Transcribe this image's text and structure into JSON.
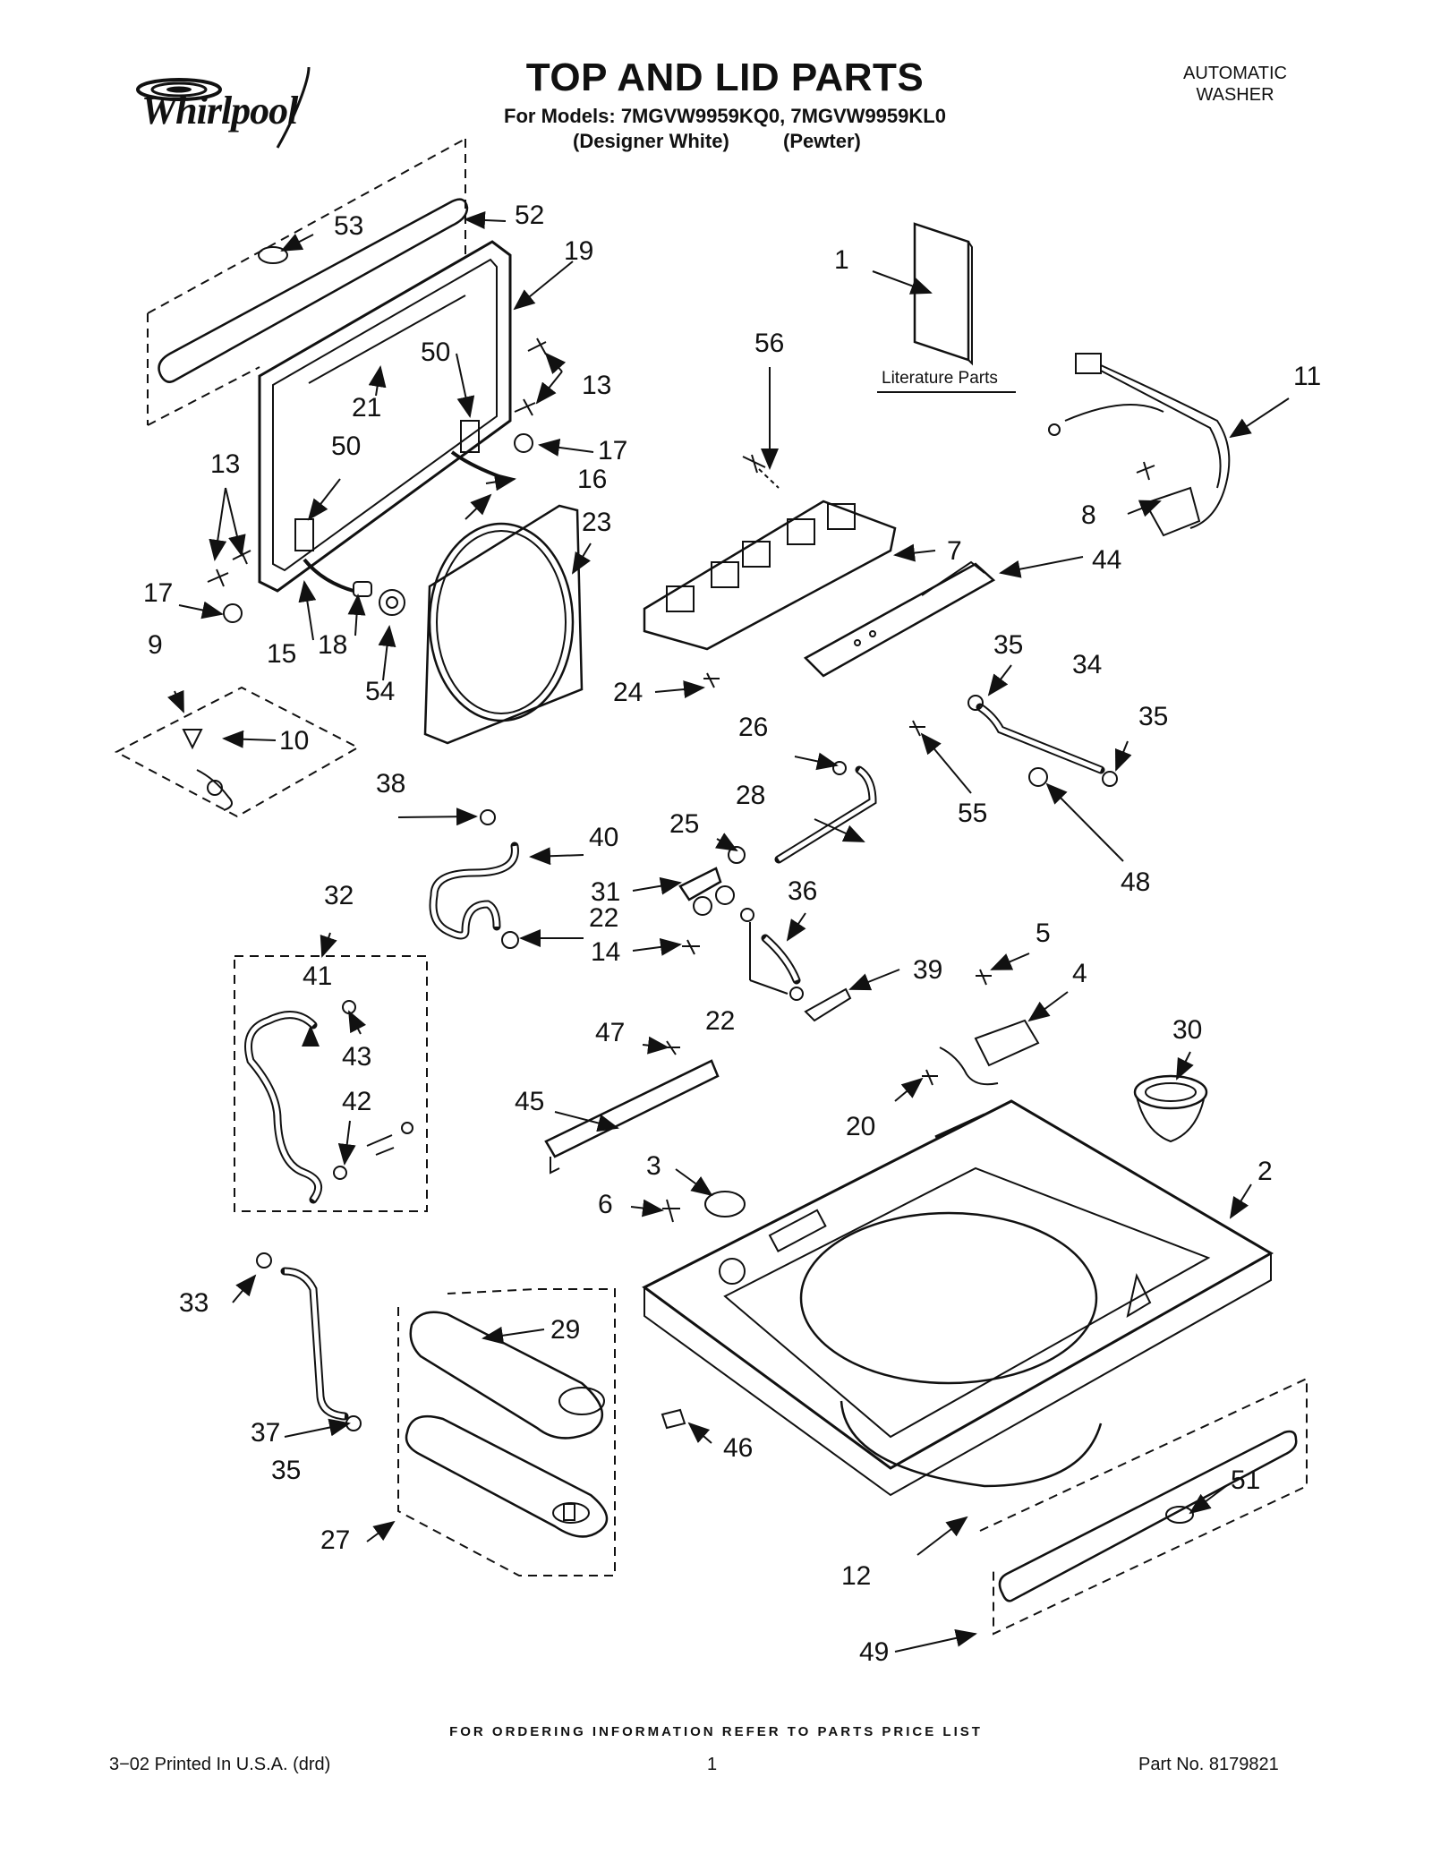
{
  "header": {
    "brand": "Whirlpool",
    "title": "TOP AND LID PARTS",
    "models_line": "For Models: 7MGVW9959KQ0, 7MGVW9959KL0",
    "model_color_1": "(Designer White)",
    "model_color_2": "(Pewter)",
    "product_line1": "AUTOMATIC",
    "product_line2": "WASHER"
  },
  "diagram": {
    "literature_label": "Literature Parts",
    "callouts": {
      "c1": "1",
      "c2": "2",
      "c3": "3",
      "c4": "4",
      "c5": "5",
      "c6": "6",
      "c7": "7",
      "c8": "8",
      "c9": "9",
      "c10": "10",
      "c11": "11",
      "c12": "12",
      "c13a": "13",
      "c13b": "13",
      "c14": "14",
      "c15": "15",
      "c16": "16",
      "c17a": "17",
      "c17b": "17",
      "c18": "18",
      "c19": "19",
      "c20": "20",
      "c21": "21",
      "c22a": "22",
      "c22b": "22",
      "c23": "23",
      "c24": "24",
      "c25": "25",
      "c26": "26",
      "c27": "27",
      "c28": "28",
      "c29": "29",
      "c30": "30",
      "c31": "31",
      "c32": "32",
      "c33": "33",
      "c34": "34",
      "c35a": "35",
      "c35b": "35",
      "c35c": "35",
      "c36": "36",
      "c37": "37",
      "c38": "38",
      "c39": "39",
      "c40": "40",
      "c41": "41",
      "c42": "42",
      "c43": "43",
      "c44": "44",
      "c45": "45",
      "c46": "46",
      "c47": "47",
      "c48": "48",
      "c49": "49",
      "c50a": "50",
      "c50b": "50",
      "c51": "51",
      "c52": "52",
      "c53": "53",
      "c54": "54",
      "c55": "55",
      "c56": "56"
    }
  },
  "footer": {
    "ordering_note": "FOR ORDERING INFORMATION REFER TO PARTS PRICE LIST",
    "print_info": "3−02 Printed In U.S.A. (drd)",
    "page_number": "1",
    "part_number": "Part No. 8179821"
  }
}
